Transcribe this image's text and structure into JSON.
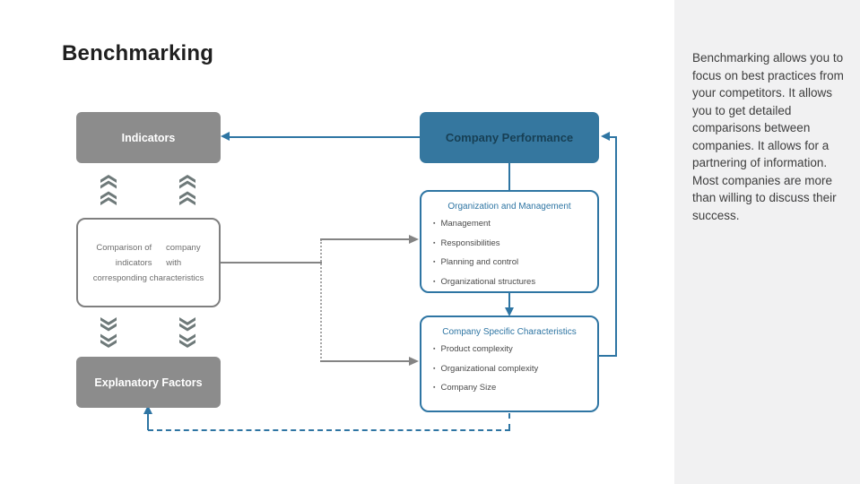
{
  "slide": {
    "title": "Benchmarking"
  },
  "diagram": {
    "indicators_box": {
      "label": "Indicators"
    },
    "company_performance_box": {
      "label": "Company Performance"
    },
    "organization_box": {
      "title": "Organization and Management",
      "bullets": [
        "Management",
        "Responsibilities",
        "Planning and control",
        "Organizational structures"
      ]
    },
    "comparison_box": {
      "text": "Comparison of      company\nindicators      with\ncorresponding characteristics"
    },
    "company_specific_box": {
      "title": "Company Specific Characteristics",
      "bullets": [
        "Product complexity",
        "Organizational complexity",
        "Company Size"
      ]
    },
    "explanatory_box": {
      "label": "Explanatory Factors"
    }
  },
  "sidebar": {
    "paragraph": "Benchmarking allows you to focus on best practices from your competitors. It allows you to get detailed comparisons between companies. It allows for a partnering of information. Most companies are more than willing to discuss their success."
  },
  "glyphs": {
    "bullet": "▪"
  },
  "colors": {
    "accent_blue": "#2e75a3",
    "blue_box_fill": "#35779f",
    "gray_box_fill": "#8c8c8c",
    "connector_gray": "#848484",
    "chevron_gray": "#6e7979",
    "panel_bg": "#f1f1f2"
  }
}
